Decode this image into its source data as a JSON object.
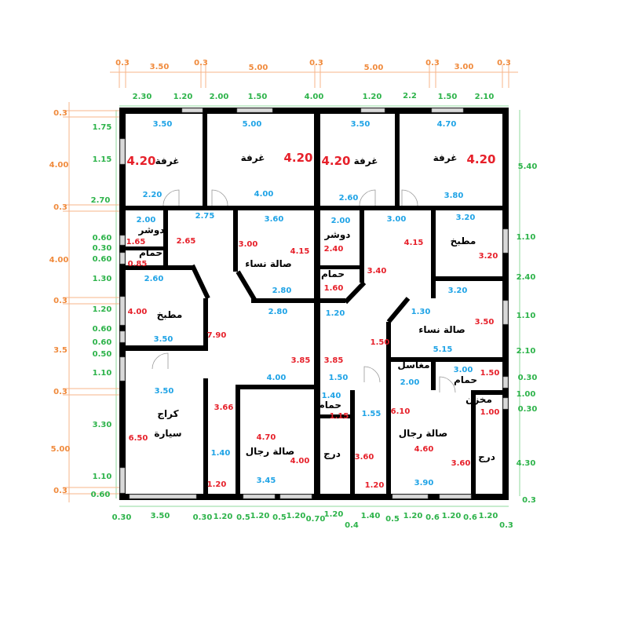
{
  "colors": {
    "walls": "#000000",
    "overall_dims": "#f08a3c",
    "segment_dims": "#2db34a",
    "room_width": "#1fa3e6",
    "room_length": "#e6202a"
  },
  "top_overall": [
    "0.3",
    "3.50",
    "0.3",
    "5.00",
    "0.3",
    "5.00",
    "0.3",
    "3.00",
    "0.3"
  ],
  "top_segments": [
    "2.30",
    "1.20",
    "2.00",
    "1.50",
    "4.00",
    "1.20",
    "2.2",
    "1.50",
    "2.10"
  ],
  "left_overall": [
    "0.3",
    "4.00",
    "0.3",
    "4.00",
    "0.3",
    "3.5",
    "0.3",
    "5.00",
    "0.3"
  ],
  "left_segments": [
    "1.75",
    "1.15",
    "2.70",
    "0.60",
    "0.30",
    "0.60",
    "1.30",
    "1.20",
    "0.60",
    "0.60",
    "0.50",
    "1.10",
    "3.30",
    "1.10",
    "0.60"
  ],
  "right_segments": [
    "5.40",
    "1.10",
    "2.40",
    "1.10",
    "2.10",
    "0.30",
    "1.00",
    "0.30",
    "4.30",
    "0.3"
  ],
  "bottom_segments": [
    "0.30",
    "3.50",
    "0.30",
    "1.20",
    "0.5",
    "1.20",
    "0.5",
    "1.20",
    "0.70",
    "1.20",
    "0.4",
    "1.40",
    "0.5",
    "1.20",
    "0.6",
    "1.20",
    "0.6",
    "1.20",
    "0.3"
  ],
  "rooms": [
    "غرفة",
    "غرفة",
    "غرفة",
    "غرفة",
    "دوشر",
    "حمام",
    "دوشر",
    "حمام",
    "مطبخ",
    "صالة نساء",
    "مطبخ",
    "صالة نساء",
    "كراج",
    "سيارة",
    "صالة رجال",
    "حمام",
    "درج",
    "مغاسل",
    "حمام",
    "مخزن",
    "صالة رجال",
    "درج"
  ],
  "room_widths": [
    "3.50",
    "5.00",
    "3.50",
    "4.70",
    "2.20",
    "4.00",
    "2.60",
    "3.80",
    "2.00",
    "2.75",
    "3.60",
    "2.00",
    "3.00",
    "3.20",
    "2.60",
    "2.80",
    "3.20",
    "2.80",
    "1.20",
    "1.30",
    "3.50",
    "5.15",
    "4.00",
    "1.50",
    "2.00",
    "3.00",
    "3.50",
    "1.40",
    "1.55",
    "1.40",
    "3.45",
    "3.90"
  ],
  "room_lengths": [
    "1.65",
    "2.65",
    "3.00",
    "4.15",
    "2.40",
    "4.15",
    "3.20",
    "0.85",
    "3.40",
    "1.60",
    "4.00",
    "3.50",
    "1.50",
    "7.90",
    "3.85",
    "3.85",
    "1.50",
    "1.15",
    "1.00",
    "3.66",
    "6.10",
    "4.70",
    "4.60",
    "6.50",
    "4.00",
    "3.60",
    "3.60",
    "1.20",
    "1.20"
  ],
  "room_lengths_large": [
    "4.20",
    "4.20",
    "4.20",
    "4.20"
  ]
}
